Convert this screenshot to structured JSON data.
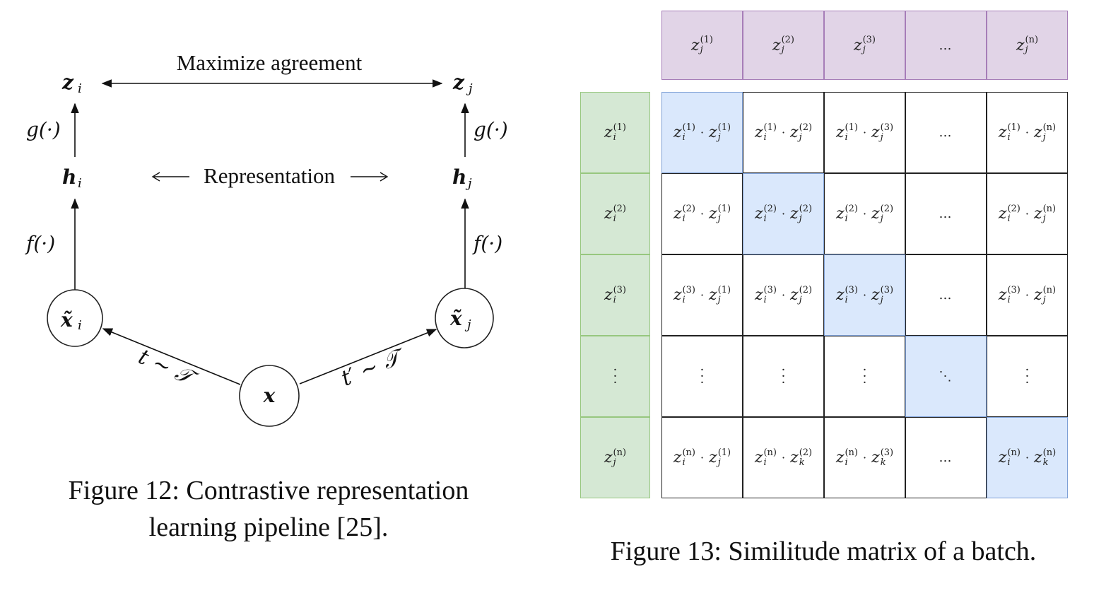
{
  "figure12": {
    "caption_line1": "Figure 12: Contrastive representation",
    "caption_line2": "learning pipeline [25].",
    "top_label": "Maximize agreement",
    "middle_label": "Representation",
    "nodes": {
      "z_i": {
        "base": "z",
        "sub": "i"
      },
      "z_j": {
        "base": "z",
        "sub": "j"
      },
      "h_i": {
        "base": "h",
        "sub": "i"
      },
      "h_j": {
        "base": "h",
        "sub": "j"
      },
      "xt_i": {
        "base": "x̃",
        "sub": "i"
      },
      "xt_j": {
        "base": "x̃",
        "sub": "j"
      },
      "x": {
        "base": "x"
      }
    },
    "edge_labels": {
      "g_left": "g(·)",
      "g_right": "g(·)",
      "f_left": "f(·)",
      "f_right": "f(·)",
      "t_left": "t ∼ 𝒯",
      "t_right": "t′ ∼ 𝒯"
    }
  },
  "figure13": {
    "caption": "Figure 13: Similitude matrix of a batch.",
    "colors": {
      "header_fill": "#e1d4e7",
      "header_border": "#a67db8",
      "row_fill": "#d5e8d4",
      "row_border": "#97c77f",
      "diag_fill": "#dae8fc",
      "diag_border": "#7ea0d6"
    },
    "column_headers": [
      {
        "base": "z",
        "sup": "(1)",
        "sub": "j"
      },
      {
        "base": "z",
        "sup": "(2)",
        "sub": "j"
      },
      {
        "base": "z",
        "sup": "(3)",
        "sub": "j"
      },
      {
        "ellipsis": "…"
      },
      {
        "base": "z",
        "sup": "(n)",
        "sub": "j"
      }
    ],
    "row_headers": [
      {
        "base": "z",
        "sup": "(1)",
        "sub": "i"
      },
      {
        "base": "z",
        "sup": "(2)",
        "sub": "i"
      },
      {
        "base": "z",
        "sup": "(3)",
        "sub": "i"
      },
      {
        "vdots": "⋮"
      },
      {
        "base": "z",
        "sup": "(n)",
        "sub": "j"
      }
    ],
    "cells": [
      [
        {
          "a": [
            "(1)",
            "i"
          ],
          "b": [
            "(1)",
            "j"
          ],
          "diag": true
        },
        {
          "a": [
            "(1)",
            "i"
          ],
          "b": [
            "(2)",
            "j"
          ]
        },
        {
          "a": [
            "(1)",
            "i"
          ],
          "b": [
            "(3)",
            "j"
          ]
        },
        {
          "text": "…"
        },
        {
          "a": [
            "(1)",
            "i"
          ],
          "b": [
            "(n)",
            "j"
          ]
        }
      ],
      [
        {
          "a": [
            "(2)",
            "i"
          ],
          "b": [
            "(1)",
            "j"
          ]
        },
        {
          "a": [
            "(2)",
            "i"
          ],
          "b": [
            "(2)",
            "j"
          ],
          "diag": true
        },
        {
          "a": [
            "(2)",
            "i"
          ],
          "b": [
            "(2)",
            "j"
          ]
        },
        {
          "text": "…"
        },
        {
          "a": [
            "(2)",
            "i"
          ],
          "b": [
            "(n)",
            "j"
          ]
        }
      ],
      [
        {
          "a": [
            "(3)",
            "i"
          ],
          "b": [
            "(1)",
            "j"
          ]
        },
        {
          "a": [
            "(3)",
            "i"
          ],
          "b": [
            "(2)",
            "j"
          ]
        },
        {
          "a": [
            "(3)",
            "i"
          ],
          "b": [
            "(3)",
            "j"
          ],
          "diag": true
        },
        {
          "text": "…"
        },
        {
          "a": [
            "(3)",
            "i"
          ],
          "b": [
            "(n)",
            "j"
          ]
        }
      ],
      [
        {
          "vdots": "⋮"
        },
        {
          "vdots": "⋮"
        },
        {
          "vdots": "⋮"
        },
        {
          "text": "⋱",
          "diag": true
        },
        {
          "vdots": "⋮"
        }
      ],
      [
        {
          "a": [
            "(n)",
            "i"
          ],
          "b": [
            "(1)",
            "j"
          ]
        },
        {
          "a": [
            "(n)",
            "i"
          ],
          "b": [
            "(2)",
            "k"
          ]
        },
        {
          "a": [
            "(n)",
            "i"
          ],
          "b": [
            "(3)",
            "k"
          ]
        },
        {
          "text": "…"
        },
        {
          "a": [
            "(n)",
            "i"
          ],
          "b": [
            "(n)",
            "k"
          ],
          "diag": true
        }
      ]
    ]
  }
}
